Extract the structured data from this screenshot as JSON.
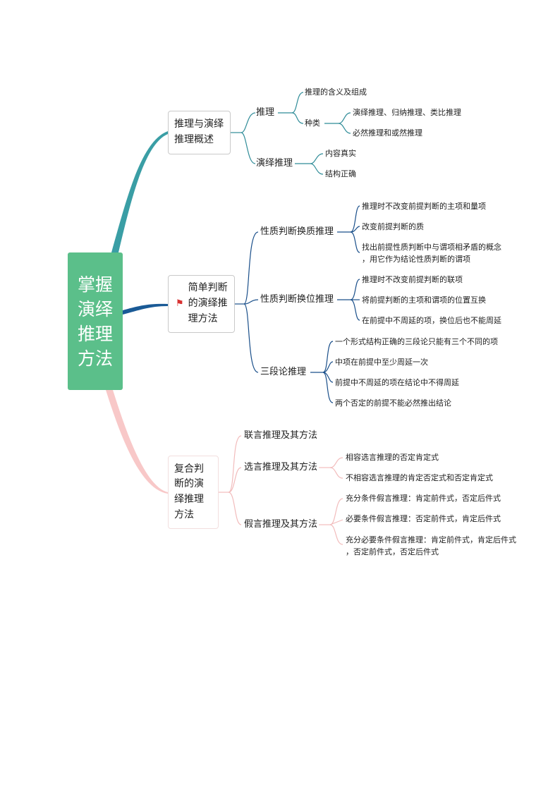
{
  "root": {
    "label": "掌握演绎推理方法"
  },
  "branches": [
    {
      "label": "推理与演绎推理概述",
      "children": [
        {
          "label": "推理",
          "children": [
            {
              "label": "推理的含义及组成"
            },
            {
              "label": "种类",
              "children": [
                {
                  "label": "演绎推理、归纳推理、类比推理"
                },
                {
                  "label": "必然推理和或然推理"
                }
              ]
            }
          ]
        },
        {
          "label": "演绎推理",
          "children": [
            {
              "label": "内容真实"
            },
            {
              "label": "结构正确"
            }
          ]
        }
      ]
    },
    {
      "label": "简单判断的演绎推理方法",
      "icon": "flag-icon",
      "children": [
        {
          "label": "性质判断换质推理",
          "children": [
            {
              "label": "推理时不改变前提判断的主项和量项"
            },
            {
              "label": "改变前提判断的质"
            },
            {
              "label": "找出前提性质判断中与谓项相矛盾的概念",
              "label2": "，用它作为结论性质判断的谓项"
            }
          ]
        },
        {
          "label": "性质判断换位推理",
          "children": [
            {
              "label": "推理时不改变前提判断的联项"
            },
            {
              "label": "将前提判断的主项和谓项的位置互换"
            },
            {
              "label": "在前提中不周延的项，换位后也不能周延"
            }
          ]
        },
        {
          "label": "三段论推理",
          "children": [
            {
              "label": "一个形式结构正确的三段论只能有三个不同的项"
            },
            {
              "label": "中项在前提中至少周延一次"
            },
            {
              "label": "前提中不周延的项在结论中不得周延"
            },
            {
              "label": "两个否定的前提不能必然推出结论"
            }
          ]
        }
      ]
    },
    {
      "label": "复合判断的演绎推理方法",
      "children": [
        {
          "label": "联言推理及其方法"
        },
        {
          "label": "选言推理及其方法",
          "children": [
            {
              "label": "相容选言推理的否定肯定式"
            },
            {
              "label": "不相容选言推理的肯定否定式和否定肯定式"
            }
          ]
        },
        {
          "label": "假言推理及其方法",
          "children": [
            {
              "label": "充分条件假言推理：肯定前件式，否定后件式"
            },
            {
              "label": "必要条件假言推理：否定前件式，肯定后件式"
            },
            {
              "label": "充分必要条件假言推理：肯定前件式，肯定后件式",
              "label2": "，否定前件式，否定后件式"
            }
          ]
        }
      ]
    }
  ],
  "colors": {
    "root": "#5bbf8a",
    "branch1": "#3a9ea5",
    "branch2": "#1a5a96",
    "branch3": "#f5c2c2"
  }
}
